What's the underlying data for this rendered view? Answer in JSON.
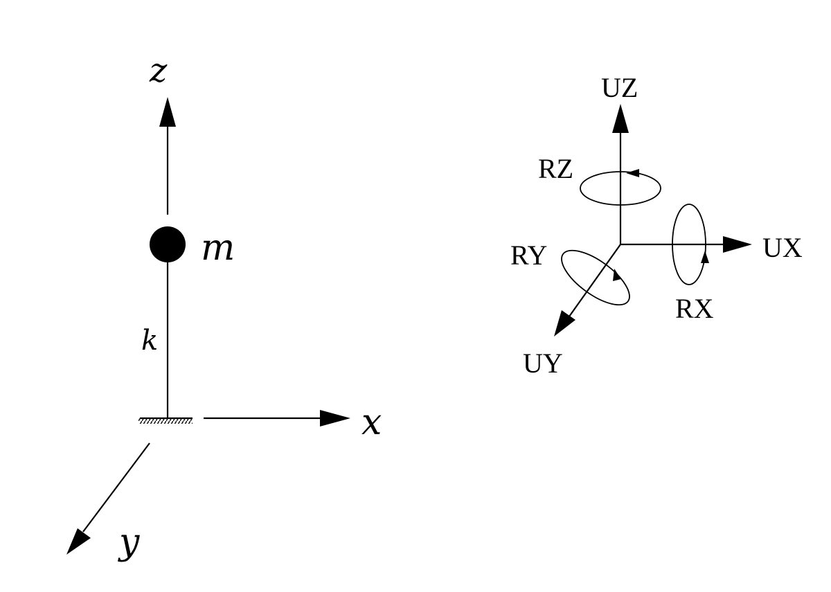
{
  "left_diagram": {
    "axis_z": "z",
    "axis_x": "x",
    "axis_y": "y",
    "mass": "m",
    "spring": "k"
  },
  "right_diagram": {
    "uz": "UZ",
    "ux": "UX",
    "uy": "UY",
    "rz": "RZ",
    "rx": "RX",
    "ry": "RY"
  },
  "colors": {
    "ink": "#000000",
    "background": "#ffffff"
  }
}
